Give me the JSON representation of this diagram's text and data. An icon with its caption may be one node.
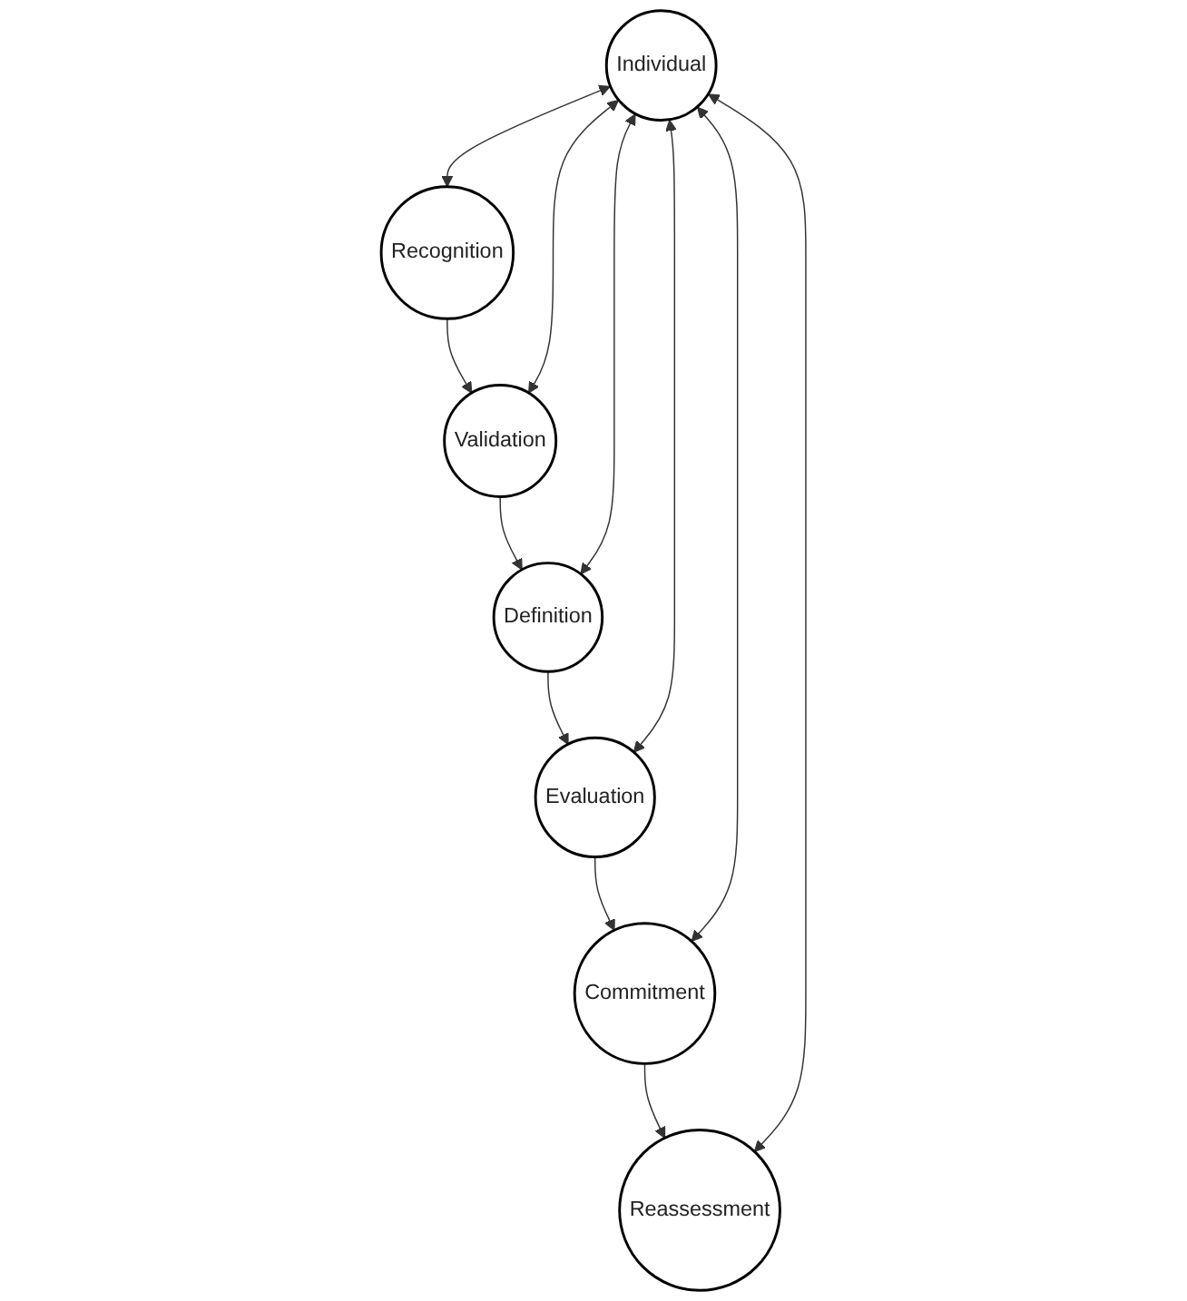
{
  "diagram": {
    "nodes": [
      {
        "text": [
          "Validation"
        ]
      },
      {
        "text": [
          "Recognition"
        ]
      },
      {
        "text": [
          "Definition"
        ]
      },
      {
        "text": [
          "Individual"
        ]
      },
      {
        "text": [
          "Reassessment"
        ]
      },
      {
        "text": [
          "Evaluation"
        ]
      },
      {
        "text": [
          "Commitment"
        ]
      }
    ],
    "edges": [
      {
        "from": 1,
        "to": 0,
        "arrow": "to"
      },
      {
        "from": 0,
        "to": 2,
        "arrow": "to"
      },
      {
        "from": 2,
        "to": 5,
        "arrow": "to"
      },
      {
        "from": 5,
        "to": 6,
        "arrow": "to"
      },
      {
        "from": 6,
        "to": 4,
        "arrow": "to"
      },
      {
        "from": 3,
        "to": 0,
        "arrow": "both"
      },
      {
        "from": 3,
        "to": 1,
        "arrow": "both"
      },
      {
        "from": 3,
        "to": 2,
        "arrow": "both"
      },
      {
        "from": 3,
        "to": 4,
        "arrow": "both"
      },
      {
        "from": 3,
        "to": 5,
        "arrow": "both"
      },
      {
        "from": 3,
        "to": 6,
        "arrow": "both"
      }
    ]
  }
}
